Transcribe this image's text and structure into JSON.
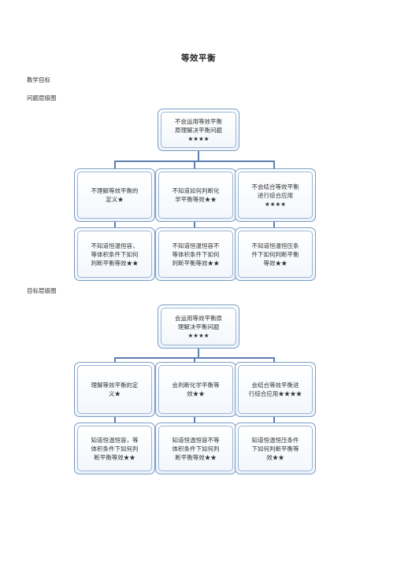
{
  "title": "等效平衡",
  "section_heading": "教学目标",
  "problem_chart": {
    "caption": "问题层级图",
    "root": "不会运用等效平衡\n原理解决平衡问题\n★★★★",
    "level2": [
      "不理解等效平衡的\n定义★",
      "不知道如何判断化\n学平衡等效★★",
      "不会结合等效平衡\n进行综合应用\n★★★★"
    ],
    "level3": [
      "不知道恒温恒容，\n等体积条件下如何\n判断平衡等效★★",
      "不知道恒温恒容不\n等体积条件下如何\n判断平衡等效★★",
      "不知道恒温恒压条\n件下如何判断平衡\n等效★★"
    ]
  },
  "goal_chart": {
    "caption": "目标层级图",
    "root": "会运用等效平衡原\n理解决平衡问题\n★★★★",
    "level2": [
      "理解等效平衡的定\n义★",
      "会判断化学平衡等\n效★★",
      "会结合等效平衡进\n行综合应用★★★★"
    ],
    "level3": [
      "知道恒温恒容，等\n体积条件下如何判\n断平衡等效★★",
      "知道恒温恒容不等\n体积条件下如何判\n断平衡等效★★",
      "知道恒温恒压条件\n下如何判断平衡等\n效★★"
    ]
  }
}
